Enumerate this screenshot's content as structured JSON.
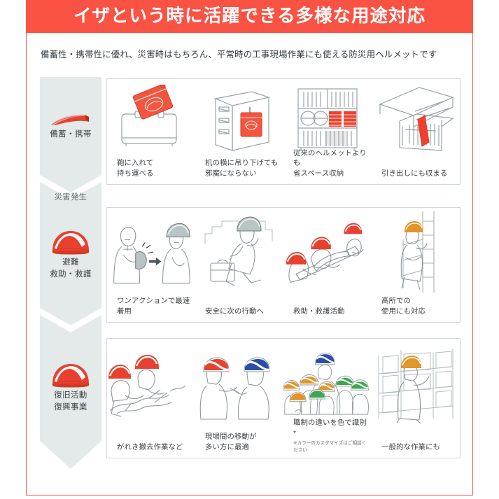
{
  "banner": {
    "title": "イザという時に活躍できる多様な用途対応",
    "bg_color": "#FA5243",
    "text_color": "#FFFFFF"
  },
  "subtitle": "備蓄性・携帯性に優れ、災害時はもちろん、平常時の工事現場作業にも使える防災用ヘルメットです",
  "theme": {
    "accent_red": "#E8412F",
    "frame_red": "#FB5A4B",
    "flow_bg": "#E4EAE9",
    "panel_border": "#CDD8D6",
    "line_gray": "#97A3A8",
    "helmet_blue": "#2A4FA8",
    "helmet_green": "#3FA653",
    "helmet_orange": "#E2952B"
  },
  "flow": {
    "stages": [
      {
        "icon": "folded-helmet-icon",
        "label_lines": [
          "備蓄・携帯"
        ]
      },
      {
        "icon": "helmet-icon",
        "label_lines": [
          "避難",
          "救助・救護"
        ]
      },
      {
        "icon": "helmet-icon",
        "label_lines": [
          "復旧活動",
          "復興事業"
        ]
      }
    ],
    "dividers": [
      {
        "label": "災害発生"
      }
    ]
  },
  "rows": [
    {
      "id": "row-stockpile",
      "cells": [
        {
          "art": "bag-with-pouch-illustration",
          "caption_lines": [
            "鞄に入れて",
            "持ち運べる"
          ],
          "note": ""
        },
        {
          "art": "desk-hanging-pouch-illustration",
          "caption_lines": [
            "机の横に吊り下げても",
            "邪魔にならない"
          ],
          "note": ""
        },
        {
          "art": "shelf-storage-illustration",
          "caption_lines": [
            "従来のヘルメットよりも",
            "省スペース収納"
          ],
          "note": ""
        },
        {
          "art": "drawer-storage-illustration",
          "caption_lines": [
            "引き出しにも収まる"
          ],
          "note": ""
        }
      ]
    },
    {
      "id": "row-evacuation",
      "cells": [
        {
          "art": "one-action-wearing-illustration",
          "caption_lines": [
            "ワンアクションで最速着用"
          ],
          "note": ""
        },
        {
          "art": "running-with-briefcase-illustration",
          "caption_lines": [
            "安全に次の行動へ"
          ],
          "note": ""
        },
        {
          "art": "stretcher-rescue-illustration",
          "caption_lines": [
            "救助・救護活動"
          ],
          "note": ""
        },
        {
          "art": "ladder-climbing-illustration",
          "caption_lines": [
            "高所での",
            "使用にも対応"
          ],
          "note": ""
        }
      ]
    },
    {
      "id": "row-reconstruction",
      "cells": [
        {
          "art": "debris-removal-illustration",
          "caption_lines": [
            "がれき撤去作業など"
          ],
          "note": ""
        },
        {
          "art": "site-movement-illustration",
          "caption_lines": [
            "現場間の移動が",
            "多い方に最適"
          ],
          "note": ""
        },
        {
          "art": "team-color-coded-illustration",
          "caption_lines": [
            "職制の違いを色で識別*"
          ],
          "note": "※カラーのカスタマイズはご相談ください"
        },
        {
          "art": "warehouse-work-illustration",
          "caption_lines": [
            "一般的な作業にも"
          ],
          "note": ""
        }
      ]
    }
  ]
}
